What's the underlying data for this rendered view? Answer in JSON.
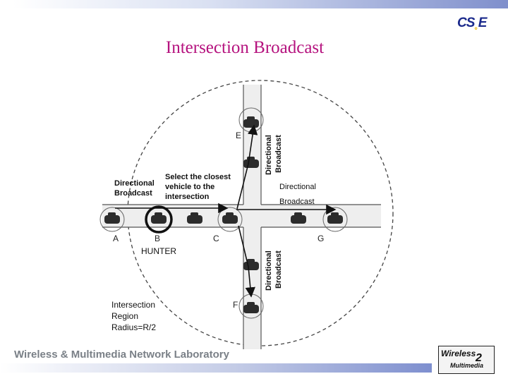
{
  "slide": {
    "title": "Intersection Broadcast",
    "logo_text": "CS",
    "logo_text_2": "E",
    "footer": "Wireless & Multimedia Network Laboratory",
    "lab_logo_line1": "Wireless",
    "lab_logo_line2": "Multimedia",
    "lab_logo_mark": "2"
  },
  "diagram": {
    "labels": {
      "directional_left": [
        "Directional",
        "Broadcast"
      ],
      "select_closest": [
        "Select the closest",
        "vehicle to the",
        "intersection"
      ],
      "directional_right": [
        "Directional",
        "Broadcast"
      ],
      "directional_up": [
        "Directional",
        "Broadcast"
      ],
      "directional_down": [
        "Directional",
        "Broadcast"
      ],
      "region": [
        "Intersection",
        "Region",
        "Radius=R/2"
      ],
      "hunter": "HUNTER"
    },
    "nodes": [
      "A",
      "B",
      "C",
      "E",
      "F",
      "G"
    ]
  }
}
